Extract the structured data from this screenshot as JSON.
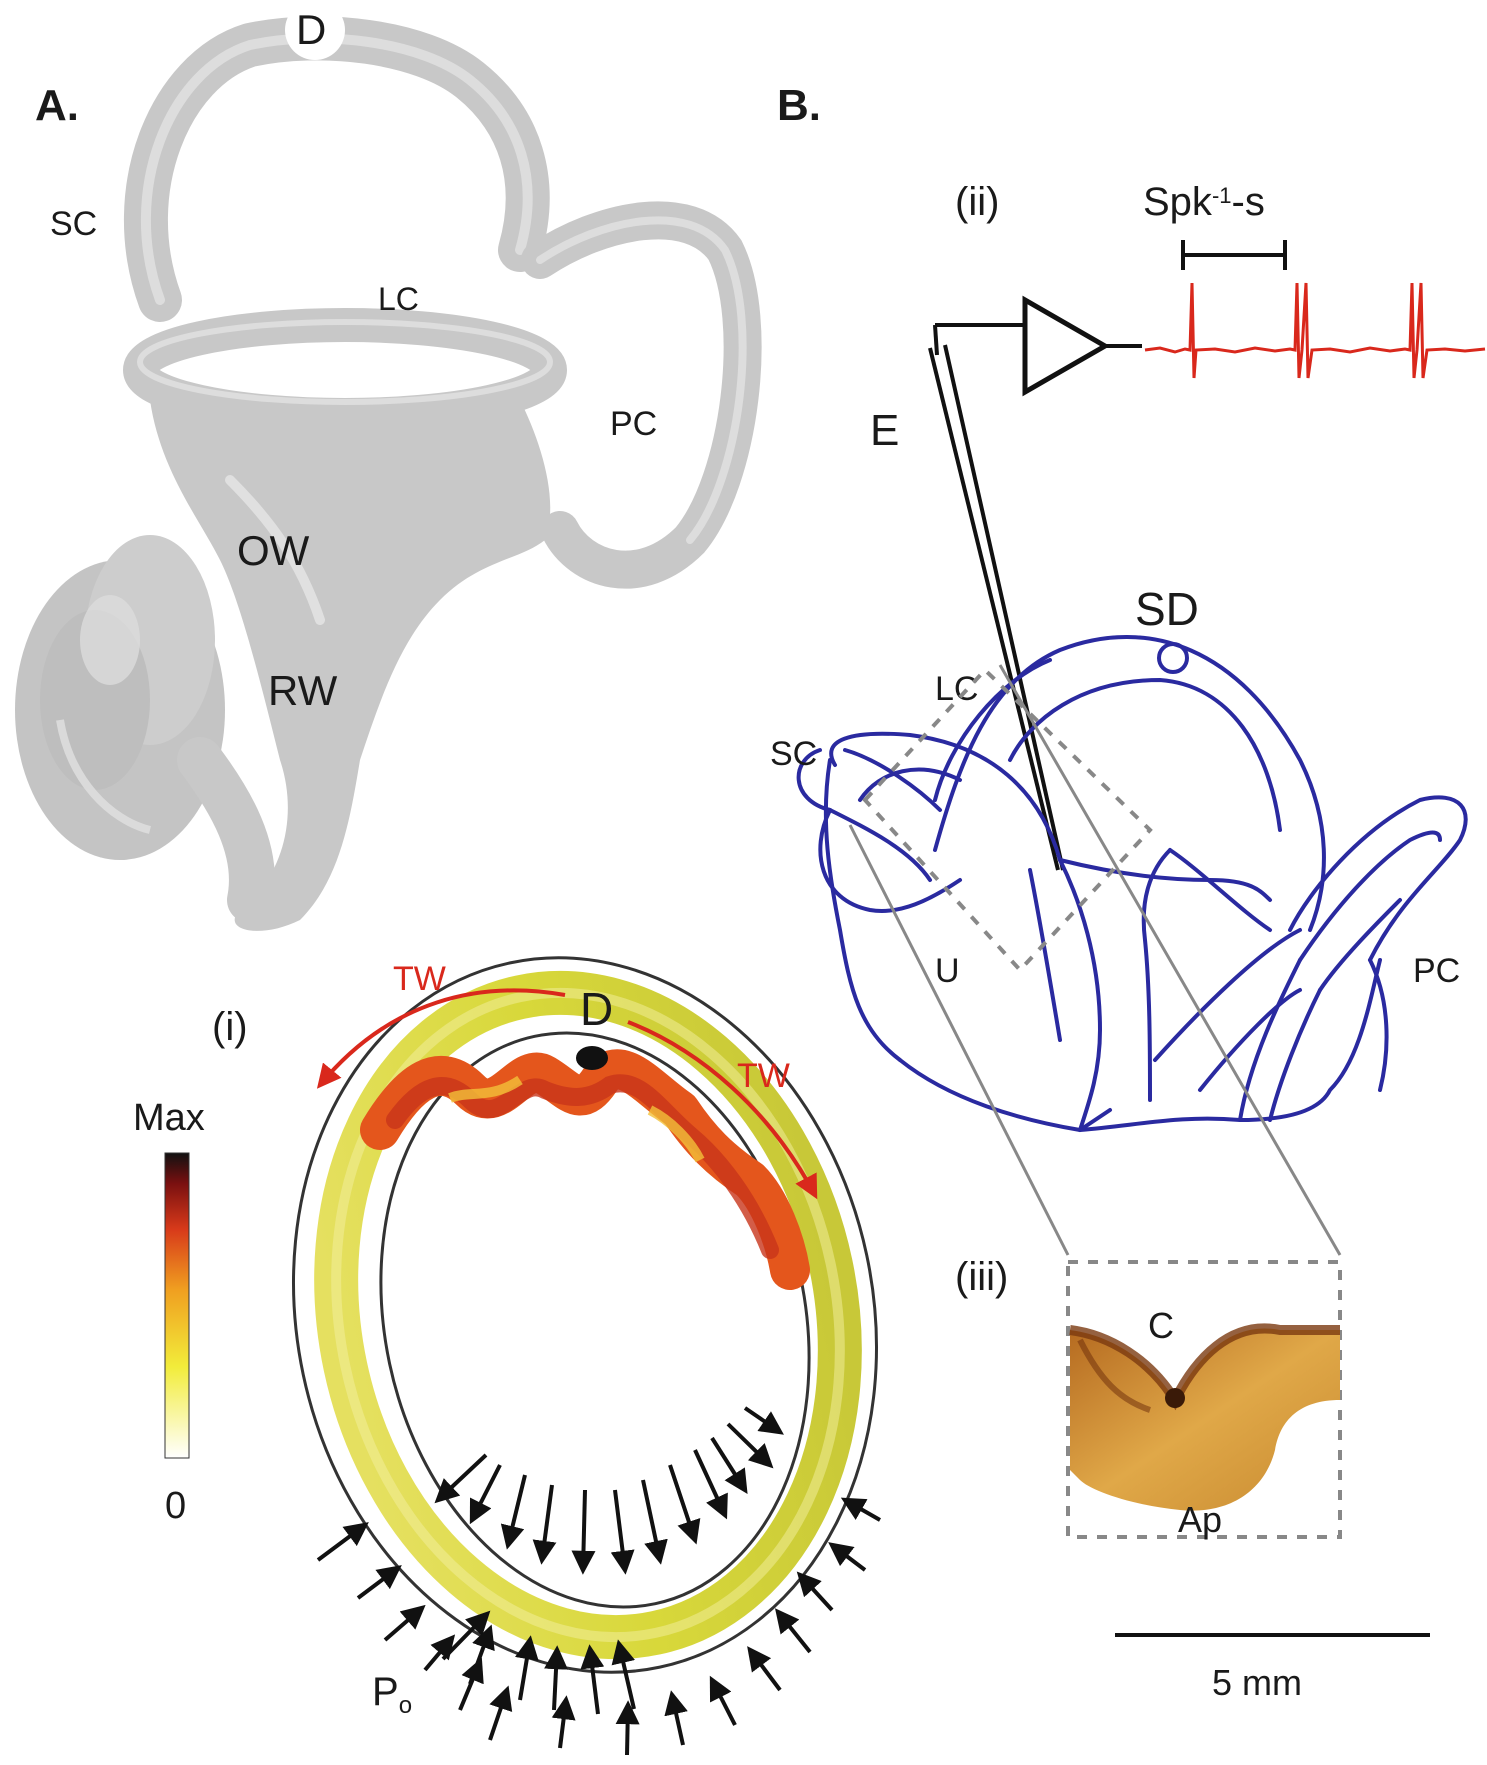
{
  "panel_a": {
    "label": "A.",
    "labels": {
      "d": "D",
      "sc": "SC",
      "lc": "LC",
      "pc": "PC",
      "ow": "OW",
      "rw": "RW"
    },
    "colors": {
      "bone": "#c8c8c8",
      "bone_light": "#e6e6e6",
      "bone_dark": "#9a9a9a"
    }
  },
  "panel_b": {
    "label": "B.",
    "labels": {
      "sd": "SD",
      "lc": "LC",
      "sc": "SC",
      "u": "U",
      "pc": "PC",
      "e": "E"
    },
    "colors": {
      "outline": "#2a2aa0",
      "dashed": "#888888"
    }
  },
  "inset_i": {
    "label": "(i)",
    "labels": {
      "d": "D",
      "tw_left": "TW",
      "tw_right": "TW",
      "p": "P",
      "p_sub": "o"
    },
    "colorbar": {
      "max_label": "Max",
      "min_label": "0",
      "stops": [
        "#ffffff",
        "#f2ec3a",
        "#f0a020",
        "#d83a1a",
        "#7a1010",
        "#111111"
      ]
    },
    "colors": {
      "arrow_red": "#d9281c",
      "arrow_black": "#111111",
      "ring": "#333333"
    }
  },
  "inset_ii": {
    "label": "(ii)",
    "scale_label": "Spk-1-s",
    "scale_label_parts": {
      "pre": "Spk",
      "sup": "-1",
      "post": "-s"
    },
    "colors": {
      "trace": "#d9281c"
    }
  },
  "inset_iii": {
    "label": "(iii)",
    "labels": {
      "c": "C",
      "ap": "Ap"
    },
    "colors": {
      "tissue": "#d89a3a",
      "tissue_dark": "#7a3a10"
    }
  },
  "scale_bar": {
    "label": "5 mm"
  }
}
